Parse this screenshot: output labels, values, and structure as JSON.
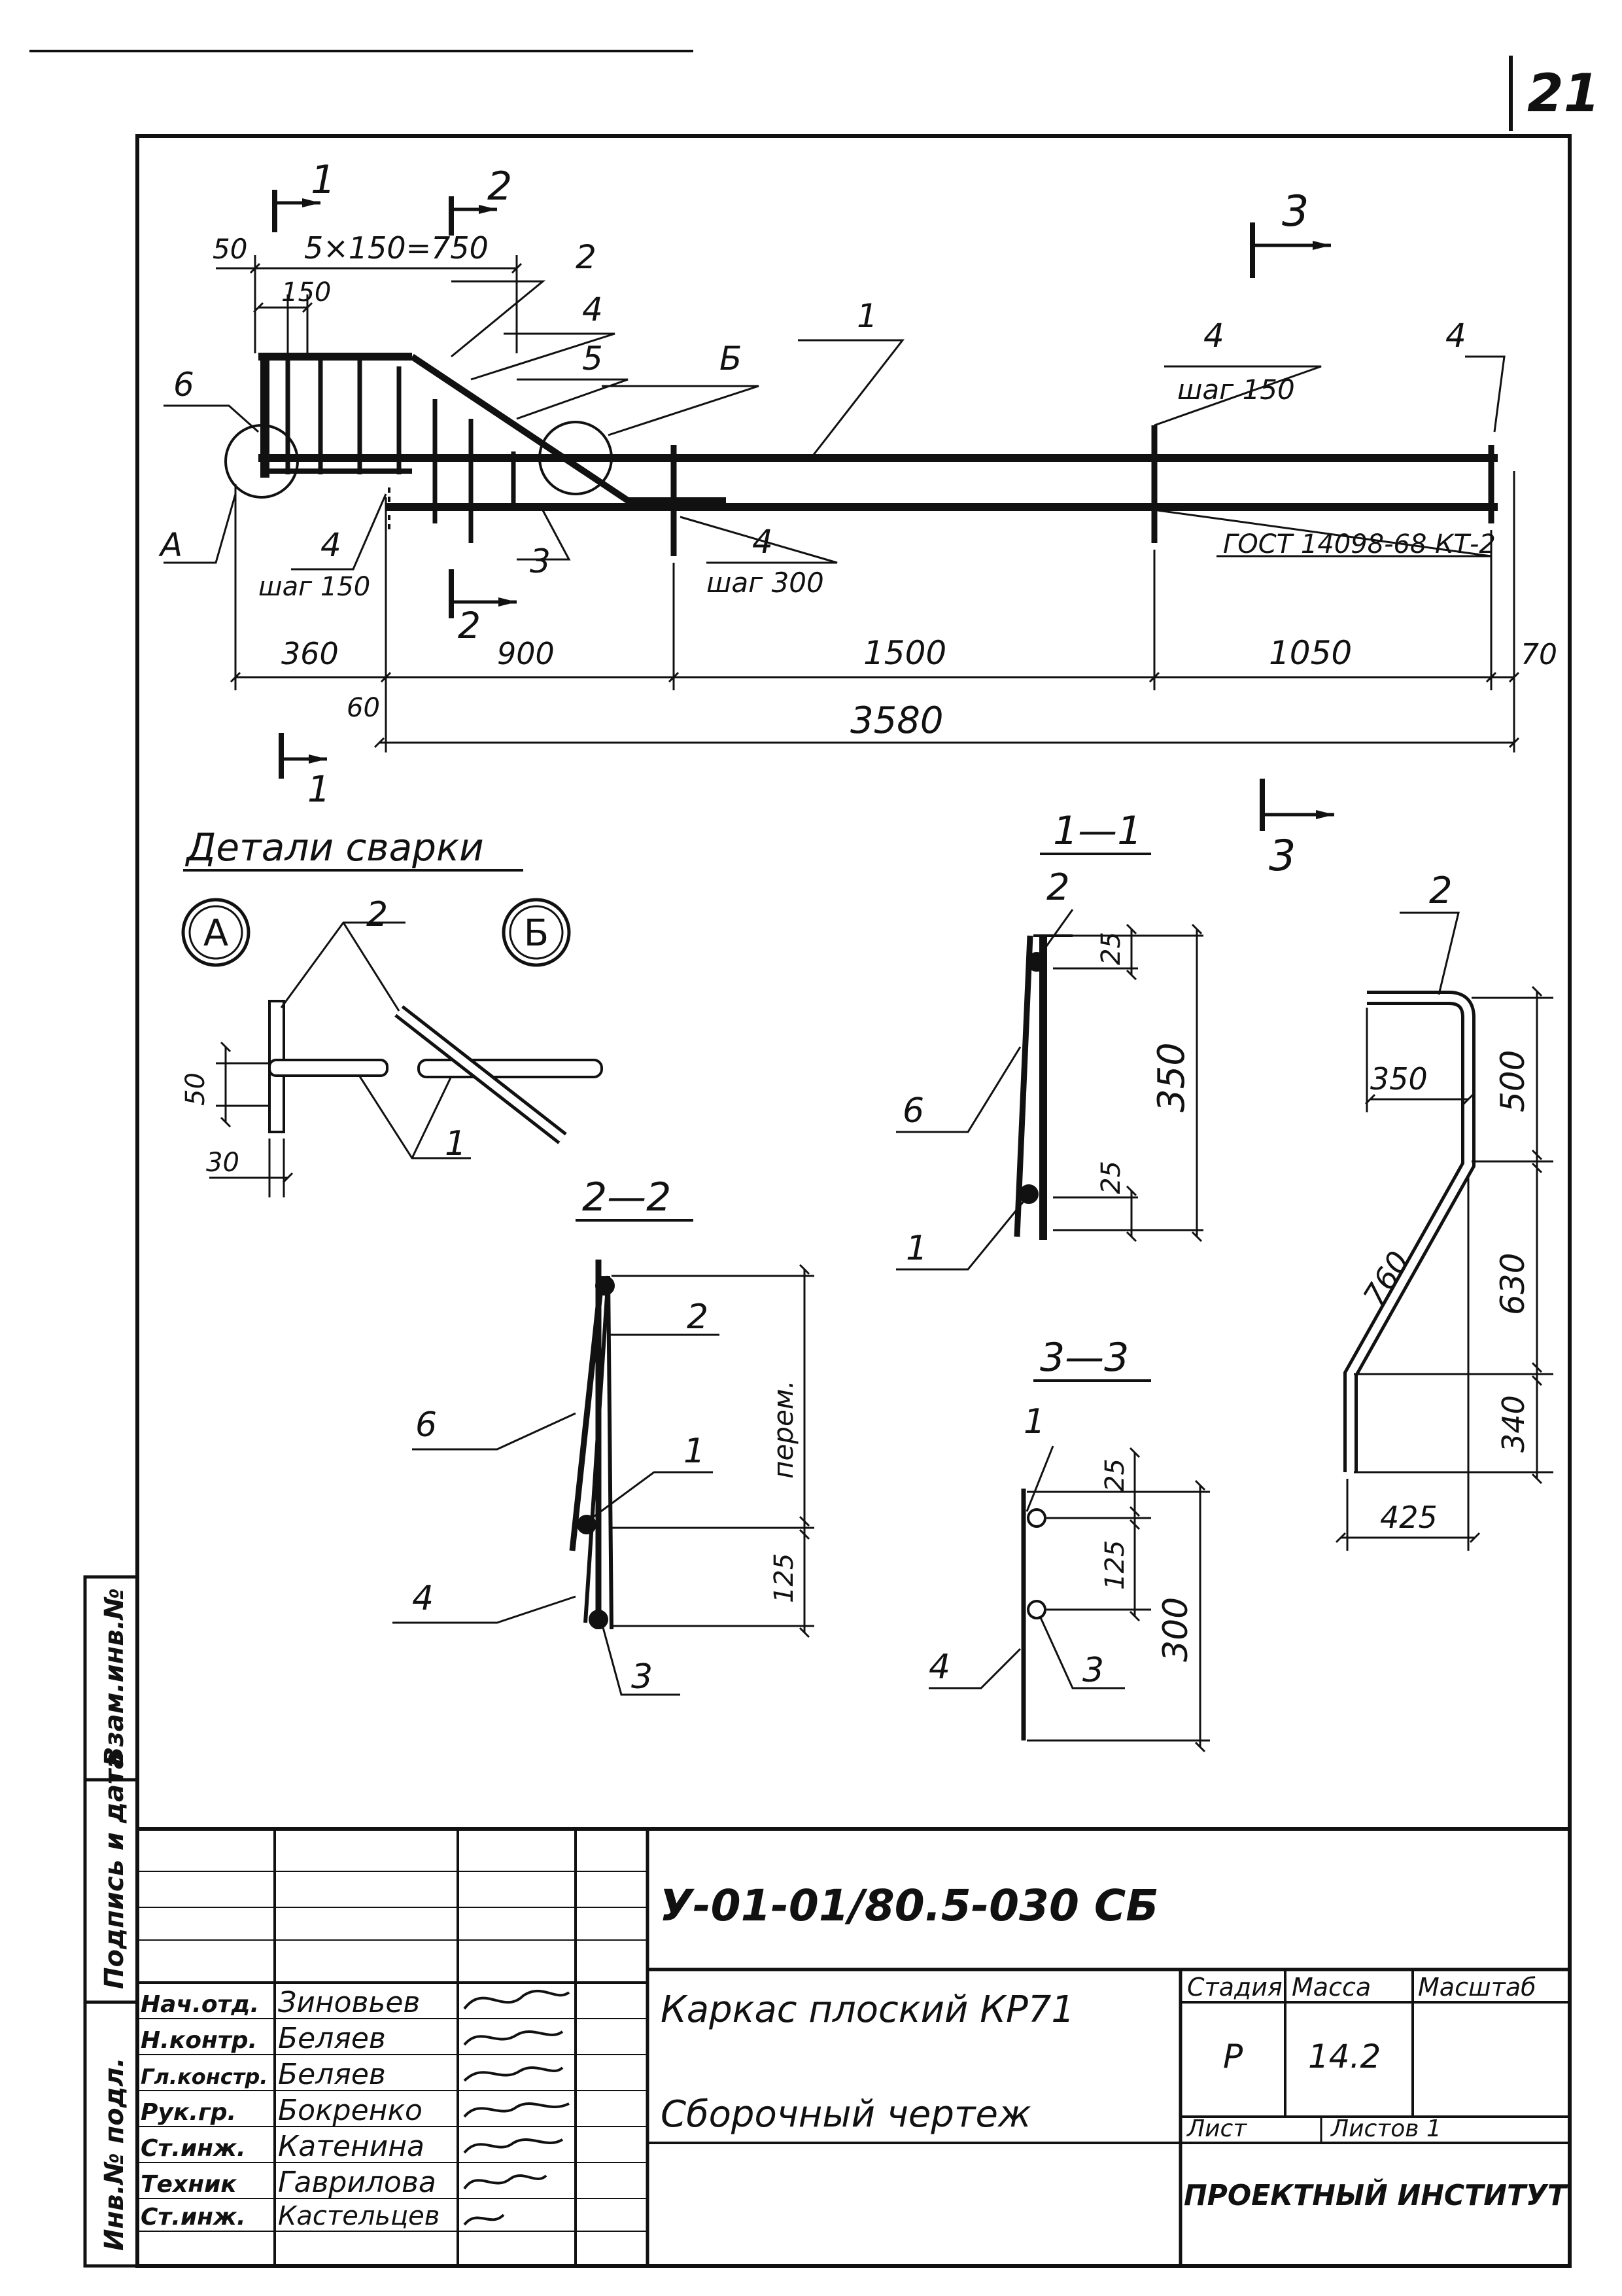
{
  "sheet": {
    "page_number": "21",
    "designation": "У-01-01/80.5-030 СБ",
    "title_line1": "Каркас плоский КР71",
    "title_line2": "Сборочный чертеж",
    "stage_header": "Стадия",
    "mass_header": "Масса",
    "scale_header": "Масштаб",
    "stage_value": "Р",
    "mass_value": "14.2",
    "sheet_label": "Лист",
    "sheets_label": "Листов 1",
    "organization": "ПРОЕКТНЫЙ ИНСТИТУТ"
  },
  "staff": [
    {
      "role": "Нач.отд.",
      "name": "Зиновьев"
    },
    {
      "role": "Н.контр.",
      "name": "Беляев"
    },
    {
      "role": "Гл.констр.",
      "name": "Беляев"
    },
    {
      "role": "Рук.гр.",
      "name": "Бокренко"
    },
    {
      "role": "Ст.инж.",
      "name": "Катенина"
    },
    {
      "role": "Техник",
      "name": "Гаврилова"
    },
    {
      "role": "Ст.инж.",
      "name": "Кастельцев"
    }
  ],
  "side_stamp": [
    "Инв.№ подл.",
    "Подпись и дата",
    "Взам.инв.№"
  ],
  "main_view": {
    "section_marks": [
      "1",
      "2",
      "3"
    ],
    "positions": {
      "p1": "1",
      "p2": "2",
      "p3": "3",
      "p4": "4",
      "p5": "5",
      "p6": "6"
    },
    "callout_a": "А",
    "callout_b": "Б",
    "pitch_150": "шаг 150",
    "pitch_300": "шаг 300",
    "gost_note": "ГОСТ 14098-68 КТ-2",
    "dims": {
      "d50": "50",
      "top_span": "5×150=750",
      "d150": "150",
      "d360": "360",
      "d900": "900",
      "d1500": "1500",
      "d1050": "1050",
      "d70": "70",
      "d60": "60",
      "d3580": "3580"
    }
  },
  "welding": {
    "title": "Детали сварки",
    "label_a": "А",
    "label_b": "Б",
    "d50": "50",
    "d30": "30"
  },
  "section_1_1": {
    "title": "1—1",
    "d25a": "25",
    "d25b": "25",
    "d350": "350"
  },
  "section_2_2": {
    "title": "2—2",
    "var": "перем.",
    "d125": "125"
  },
  "section_3_3": {
    "title": "3—3",
    "d25": "25",
    "d125": "125",
    "d300": "300"
  },
  "bar_2": {
    "d350": "350",
    "d500": "500",
    "d760": "760",
    "d630": "630",
    "d340": "340",
    "d425": "425"
  }
}
